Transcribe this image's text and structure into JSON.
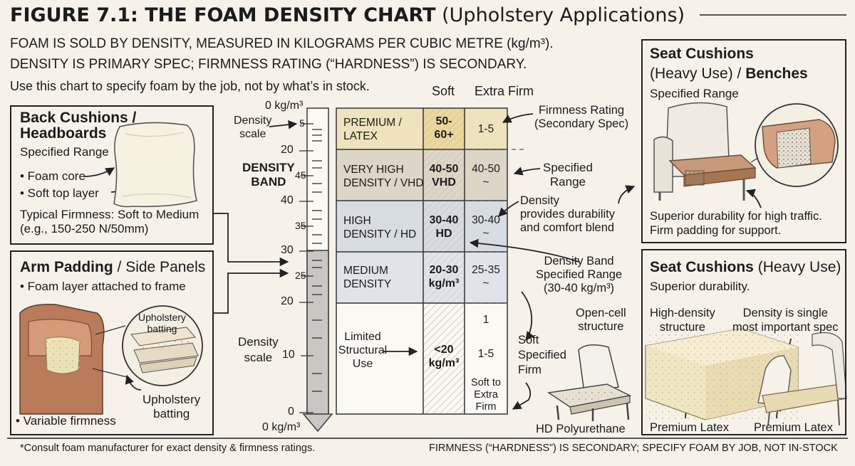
{
  "title": {
    "bold": "FIGURE 7.1: THE FOAM DENSITY CHART",
    "rest": "(Upholstery Applications)"
  },
  "intro": {
    "line1": "FOAM IS SOLD BY DENSITY, MEASURED IN KILOGRAMS PER CUBIC METRE (kg/m³).",
    "line2": "DENSITY IS PRIMARY SPEC; FIRMNESS RATING (“HARDNESS”) IS SECONDARY.",
    "line3": "Use this chart to specify foam by the job, not by what’s in stock."
  },
  "columns": {
    "soft": "Soft",
    "extra_firm": "Extra Firm"
  },
  "scale": {
    "top_label": "0 kg/m³",
    "bottom_label": "0 kg/m³",
    "density_scale_top": "Density\nscale",
    "density_scale_bottom": "Density\nscale",
    "density_band": "DENSITY\nBAND",
    "ticks": [
      "5",
      "20",
      "45",
      "40",
      "35",
      "30",
      "25",
      "20",
      "10",
      "0"
    ]
  },
  "bands": [
    {
      "name": "PREMIUM /\nLATEX",
      "density": "50-\n60+",
      "firmness": "1-5",
      "color": "#efe3bd"
    },
    {
      "name": "VERY HIGH\nDENSITY / VHD",
      "density": "40-50\nVHD",
      "firmness": "40-50\n~",
      "color": "#ddd6c6"
    },
    {
      "name": "HIGH\nDENSITY / HD",
      "density": "30-40\nHD",
      "firmness": "30-40\n~",
      "color": "#d7dbe2"
    },
    {
      "name": "MEDIUM\nDENSITY",
      "density": "20-30\nkg/m³",
      "firmness": "25-35\n~",
      "color": "#e0e4ea"
    },
    {
      "name": "Limited\nStructural\nUse",
      "density": "<20\nkg/m³",
      "firmness_top": "1",
      "firmness_mid": "1-5",
      "firmness_bottom": "Soft to\nExtra\nFirm",
      "color": "#fbf9f4"
    }
  ],
  "callouts": {
    "firmness_rating": "Firmness Rating\n(Secondary Spec)",
    "specified_range": "Specified\nRange",
    "density_durability": "Density\nprovides durability\nand comfort blend",
    "density_band_range": "Density Band\nSpecified Range\n(30-40 kg/m³)",
    "open_cell": "Open-cell\nstructure",
    "soft_firm": "Soft\nSpecified\nFirm",
    "hd_poly": "HD Polyurethane"
  },
  "panels": {
    "back": {
      "title": "Back Cushions /\nHeadboards",
      "sub": "Specified Range",
      "bullet1": "• Foam core",
      "bullet2": "• Soft top layer",
      "firmness": "Typical Firmness: Soft to Medium\n(e.g., 150-250 N/50mm)"
    },
    "arm": {
      "title_bold": "Arm Padding",
      "title_rest": " / Side Panels",
      "bullet": "• Foam layer attached to frame",
      "batting1": "Upholstery\nbatting",
      "batting2": "Upholstery\nbatting",
      "variable": "• Variable firmness"
    },
    "seat_bench": {
      "title_bold1": "Seat Cushions",
      "line2_rest": "(Heavy Use) / ",
      "line2_bold": "Benches",
      "sub": "Specified Range",
      "desc": "Superior durability for high traffic.\nFirm padding for support."
    },
    "seat_heavy": {
      "title_bold": "Seat Cushions",
      "title_rest": " (Heavy Use)",
      "sub": "Superior durability.",
      "hd_structure": "High-density\nstructure",
      "single_spec": "Density is single\nmost important spec",
      "latex1": "Premium Latex",
      "latex2": "Premium Latex"
    }
  },
  "footer": {
    "left": "*Consult foam manufacturer for exact density & firmness ratings.",
    "right": "FIRMNESS (“HARDNESS”) IS SECONDARY; SPECIFY FOAM BY JOB, NOT IN-STOCK"
  }
}
